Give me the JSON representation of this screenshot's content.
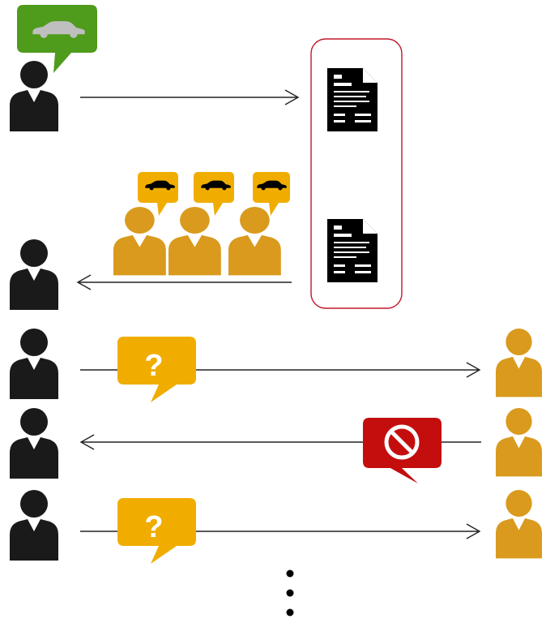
{
  "colors": {
    "requester": "#1a1a1a",
    "provider": "#d99a1d",
    "request_bubble": "#4f9b1c",
    "offer_bubble": "#f0ad00",
    "question_bubble": "#f0ad00",
    "reject_bubble": "#c40e0e",
    "registry_border": "#c0182a",
    "arrow": "#222222"
  },
  "icons": {
    "requester": "person-icon",
    "provider": "person-icon",
    "request": "car-icon",
    "offer": "car-icon",
    "document": "document-icon",
    "question": "question-mark",
    "reject": "prohibited-icon",
    "continuation": "vertical-ellipsis"
  },
  "rows": [
    {
      "id": "request",
      "direction": "to-registry"
    },
    {
      "id": "offers",
      "direction": "to-requester",
      "provider_count": 3
    },
    {
      "id": "query-1",
      "direction": "to-provider",
      "bubble_text": "?"
    },
    {
      "id": "rejection",
      "direction": "to-requester"
    },
    {
      "id": "query-2",
      "direction": "to-provider",
      "bubble_text": "?"
    }
  ],
  "registry": {
    "document_count": 2
  },
  "question_mark": "?"
}
